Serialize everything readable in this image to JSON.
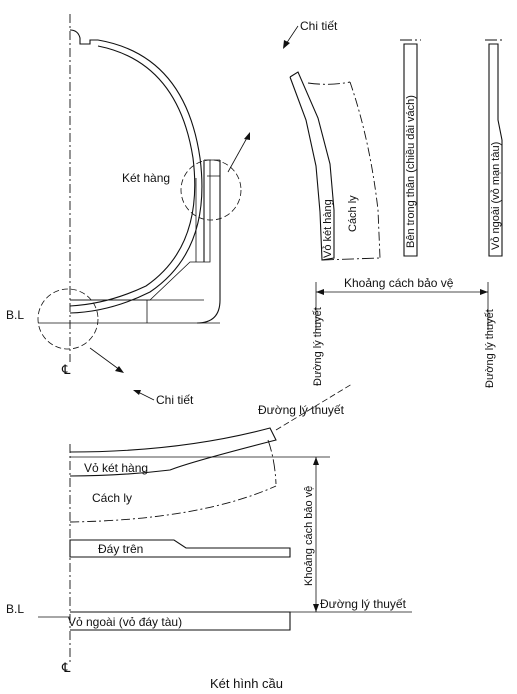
{
  "labels": {
    "ket_hang": "Két hàng",
    "bl_top": "B.L",
    "cl_top": "℄",
    "chi_tiet_top": "Chi tiết",
    "chi_tiet_bottom": "Chi tiết",
    "vo_ket_hang_v": "Vỏ két hàng",
    "cach_ly_v": "Cách ly",
    "ben_trong_than": "Bên trong thân (chiều dài vách)",
    "vo_ngoai_man": "Vỏ ngoài (vỏ mạn tàu)",
    "khoang_cach_h": "Khoảng cách bảo vệ",
    "duong_ly_thuyet_left": "Đường lý thuyết",
    "duong_ly_thuyet_right": "Đường lý thuyết",
    "duong_ly_thuyet_top": "Đường lý thuyết",
    "vo_ket_hang_h": "Vỏ két hàng",
    "cach_ly_h": "Cách ly",
    "khoang_cach_v": "Khoảng cách bảo vệ",
    "day_tren": "Đáy trên",
    "duong_ly_thuyet_bottom": "Đường lý thuyết",
    "bl_bottom": "B.L",
    "vo_ngoai_day": "Vỏ ngoài (vỏ đáy tàu)",
    "cl_bottom": "℄",
    "caption": "Két hình cầu"
  }
}
